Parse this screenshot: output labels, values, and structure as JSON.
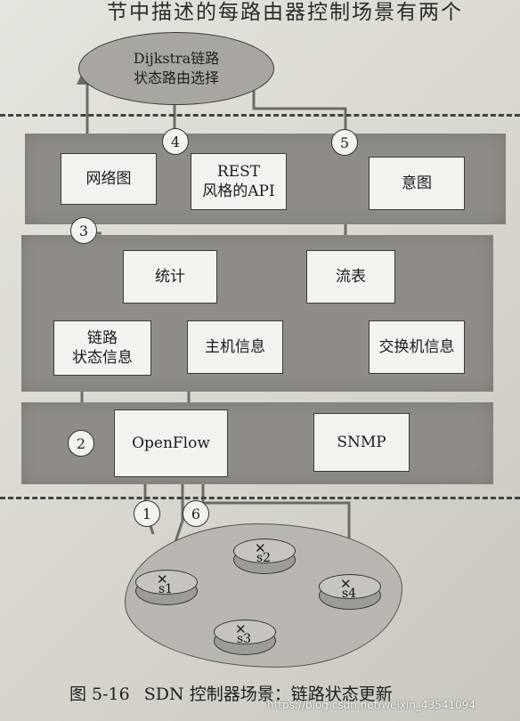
{
  "header_text": "节中描述的每路由器控制场景有两个",
  "app_layer": {
    "dijkstra": "Dijkstra链路\n状态路由选择"
  },
  "northbound": {
    "network_graph": "网络图",
    "rest_api": "REST\n风格的API",
    "intent": "意图"
  },
  "controller_core": {
    "statistics": "统计",
    "flow_table": "流表",
    "link_state": "链路\n状态信息",
    "host_info": "主机信息",
    "switch_info": "交换机信息"
  },
  "southbound": {
    "openflow": "OpenFlow",
    "snmp": "SNMP"
  },
  "step_numbers": {
    "s1": "1",
    "s2": "2",
    "s3": "3",
    "s4": "4",
    "s5": "5",
    "s6": "6"
  },
  "routers": {
    "r1": "s1",
    "r2": "s2",
    "r3": "s3",
    "r4": "s4"
  },
  "caption": {
    "figure": "图 5-16",
    "title": "SDN 控制器场景：链路状态更新"
  },
  "watermark": "https://blog.csdn.net/weixin_43541094"
}
